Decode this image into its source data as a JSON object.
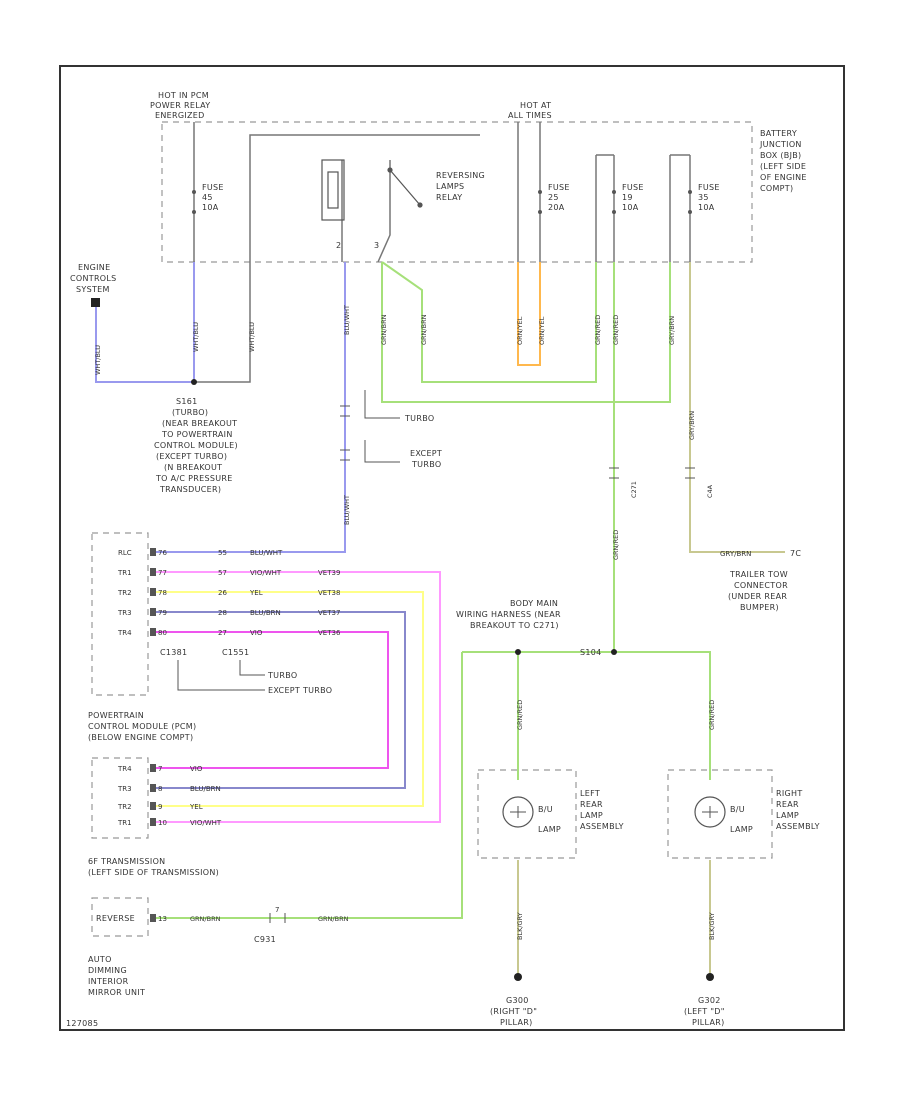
{
  "colors": {
    "frame": "#333333",
    "green": "#a6e07a",
    "blue": "#9999ee",
    "orange": "#ffb84d",
    "pink": "#ff99ff",
    "magenta": "#ee55ee",
    "yellow": "#ffff88",
    "purple": "#8888cc",
    "brown": "#c8c890",
    "wire_gray": "#777777"
  },
  "labels": {
    "hot_pcm_1": "HOT IN PCM",
    "hot_pcm_2": "POWER RELAY",
    "hot_pcm_3": "ENERGIZED",
    "hot_all_1": "HOT AT",
    "hot_all_2": "ALL TIMES",
    "bjb": [
      "BATTERY",
      "JUNCTION",
      "BOX (BJB)",
      "(LEFT SIDE",
      "OF ENGINE",
      "COMPT)"
    ],
    "fuse1": [
      "FUSE",
      "45",
      "10A"
    ],
    "fuse2": [
      "FUSE",
      "25",
      "20A"
    ],
    "fuse3": [
      "FUSE",
      "19",
      "10A"
    ],
    "fuse4": [
      "FUSE",
      "35",
      "10A"
    ],
    "relay": [
      "REVERSING",
      "LAMPS",
      "RELAY"
    ],
    "relay_pin_2": "2",
    "relay_pin_3": "3",
    "ecs": [
      "ENGINE",
      "CONTROLS",
      "SYSTEM"
    ],
    "s161": [
      "S161",
      "(TURBO)",
      "(NEAR BREAKOUT",
      "TO POWERTRAIN",
      "CONTROL MODULE)",
      "(EXCEPT TURBO)",
      "(N BREAKOUT",
      "TO A/C PRESSURE",
      "TRANSDUCER)"
    ],
    "turbo": "TURBO",
    "except_turbo_1": "EXCEPT",
    "except_turbo_2": "TURBO",
    "pcm_pins": [
      "RLC",
      "TR1",
      "TR2",
      "TR3",
      "TR4"
    ],
    "pcm_pin_nums": [
      "76",
      "77",
      "78",
      "79",
      "80"
    ],
    "pcm_wire_nums": [
      "55",
      "57",
      "26",
      "28",
      "27"
    ],
    "pcm_wire_cols": [
      "BLU/WHT",
      "VIO/WHT",
      "YEL",
      "BLU/BRN",
      "VIO"
    ],
    "pcm_vet": [
      "",
      "VET39",
      "VET38",
      "VET37",
      "VET36"
    ],
    "c1381": "C1381",
    "c1551": "C1551",
    "turbo2": "TURBO",
    "except_turbo2": "EXCEPT TURBO",
    "pcm": [
      "POWERTRAIN",
      "CONTROL MODULE (PCM)",
      "(BELOW ENGINE COMPT)"
    ],
    "trans_pins": [
      "TR4",
      "TR3",
      "TR2",
      "TR1"
    ],
    "trans_pin_nums": [
      "7",
      "8",
      "9",
      "10"
    ],
    "trans_wire_cols": [
      "VIO",
      "BLU/BRN",
      "YEL",
      "VIO/WHT"
    ],
    "trans": [
      "6F TRANSMISSION",
      "(LEFT SIDE OF TRANSMISSION)"
    ],
    "reverse": "REVERSE",
    "reverse_pin": "13",
    "mirror": [
      "AUTO",
      "DIMMING",
      "INTERIOR",
      "MIRROR UNIT"
    ],
    "c931": "C931",
    "c931_pin": "7",
    "trailer": [
      "TRAILER TOW",
      "CONNECTOR",
      "(UNDER REAR",
      "BUMPER)"
    ],
    "trailer_pin": "7C",
    "trailer_wire": "GRY/BRN",
    "body": [
      "BODY MAIN",
      "WIRING HARNESS (NEAR",
      "BREAKOUT TO C271)"
    ],
    "s104": "S104",
    "left_lamp": [
      "LEFT",
      "REAR",
      "LAMP",
      "ASSEMBLY"
    ],
    "right_lamp": [
      "RIGHT",
      "REAR",
      "LAMP",
      "ASSEMBLY"
    ],
    "bu_lamp_1": "B/U",
    "bu_lamp_2": "LAMP",
    "g300": [
      "G300",
      "(RIGHT \"D\"",
      "PILLAR)"
    ],
    "g302": [
      "G302",
      "(LEFT \"D\"",
      "PILLAR)"
    ],
    "c271": "C271",
    "c4a": "C4A",
    "figure_code": "127085",
    "wire_1": "WHT/BLU",
    "wire_2": "WHT/BLU",
    "wire_3": "WHT/BLU",
    "wire_4": "BLU/WHT",
    "wire_5": "BLU/WHT",
    "wire_6": "GRN/BRN",
    "wire_7": "GRN/BRN",
    "wire_8": "ORN/YEL",
    "wire_9": "ORN/YEL",
    "wire_10": "GRN/RED",
    "wire_11": "GRN/RED",
    "wire_12": "GRY/BRN",
    "wire_13": "GRY/BRN",
    "wire_14": "GRN/RED",
    "wire_15": "GRN/RED",
    "wire_16": "GRN/RED",
    "wire_17": "BLK/GRY",
    "wire_18": "BLK/GRY",
    "wire_19": "GRN/BRN",
    "wire_20": "GRN/BRN"
  }
}
